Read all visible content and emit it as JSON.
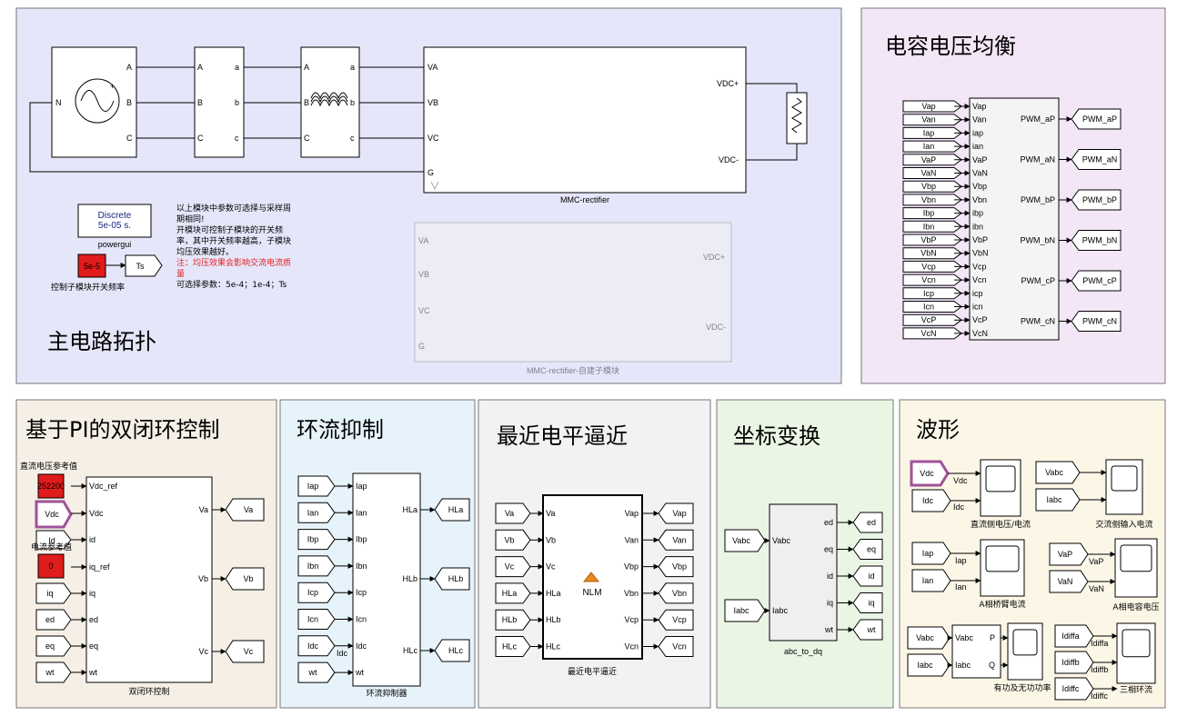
{
  "panels": {
    "main": {
      "title": "主电路拓扑",
      "bg": "#e6e6fa"
    },
    "balance": {
      "title": "电容电压均衡",
      "bg": "#f3e6f7"
    },
    "pi": {
      "title": "基于PI的双闭环控制",
      "bg": "#f5efe6"
    },
    "circ": {
      "title": "环流抑制",
      "bg": "#e6f3fb"
    },
    "nlm": {
      "title": "最近电平逼近",
      "bg": "#f2f2f2"
    },
    "coord": {
      "title": "坐标变换",
      "bg": "#eaf5e4"
    },
    "wave": {
      "title": "波形",
      "bg": "#fbf6e6"
    }
  },
  "main": {
    "source_ports_out": [
      "A",
      "B",
      "C"
    ],
    "source_port_in": "N",
    "meas_ports_in": [
      "A",
      "B",
      "C"
    ],
    "meas_ports_out": [
      "a",
      "b",
      "c"
    ],
    "ind_ports_in": [
      "A",
      "B",
      "C"
    ],
    "ind_ports_out": [
      "a",
      "b",
      "c"
    ],
    "mmc_ports_in": [
      "VA",
      "VB",
      "VC",
      "G"
    ],
    "mmc_ports_out": [
      "VDC+",
      "VDC-"
    ],
    "mmc_label": "MMC-rectifier",
    "mmc2_label": "MMC-rectifier-自建子模块",
    "powergui_text1": "Discrete",
    "powergui_text2": "5e-05 s.",
    "powergui_label": "powergui",
    "const_value": "5e-5",
    "goto_label": "Ts",
    "const_caption": "控制子模块开关频率",
    "note1": "以上模块中参数可选择与采样周",
    "note2": "期相同!",
    "note3": "开模块可控制子模块的开关频",
    "note4": "率，其中开关频率越高，子模块",
    "note5": "均压效果越好。",
    "note6": "注：均压效果会影响交流电流质",
    "note7": "量",
    "note8": "可选择参数：5e-4；1e-4；Ts",
    "note_red": "#e32020"
  },
  "balance": {
    "inputs": [
      "Vap",
      "Van",
      "Iap",
      "Ian",
      "VaP",
      "VaN",
      "Vbp",
      "Vbn",
      "Ibp",
      "Ibn",
      "VbP",
      "VbN",
      "Vcp",
      "Vcn",
      "Icp",
      "Icn",
      "VcP",
      "VcN"
    ],
    "in_ports": [
      "Vap",
      "Van",
      "iap",
      "ian",
      "VaP",
      "VaN",
      "Vbp",
      "Vbn",
      "ibp",
      "ibn",
      "VbP",
      "VbN",
      "Vcp",
      "Vcn",
      "icp",
      "icn",
      "VcP",
      "VcN"
    ],
    "out_ports": [
      "PWM_aP",
      "PWM_aN",
      "PWM_bP",
      "PWM_bN",
      "PWM_cP",
      "PWM_cN"
    ],
    "outputs": [
      "PWM_aP",
      "PWM_aN",
      "PWM_bP",
      "PWM_bN",
      "PWM_cP",
      "PWM_cN"
    ]
  },
  "pi": {
    "ref_label1": "直流电压参考值",
    "ref_label2": "电流参考值",
    "const1": "252200",
    "const2": "0",
    "inputs": [
      "Vdc",
      "Id",
      "iq",
      "ed",
      "eq",
      "wt"
    ],
    "in_ports": [
      "Vdc_ref",
      "Vdc",
      "id",
      "iq_ref",
      "iq",
      "ed",
      "eq",
      "wt"
    ],
    "out_ports": [
      "Va",
      "Vb",
      "Vc"
    ],
    "outputs": [
      "Va",
      "Vb",
      "Vc"
    ],
    "block_label": "双闭环控制"
  },
  "circ": {
    "inputs": [
      "Iap",
      "Ian",
      "Ibp",
      "Ibn",
      "Icp",
      "Icn",
      "Idc",
      "wt"
    ],
    "in_ports": [
      "Iap",
      "Ian",
      "Ibp",
      "Ibn",
      "Icp",
      "Icn",
      "Idc",
      "wt"
    ],
    "idc_label": "Idc",
    "out_ports": [
      "HLa",
      "HLb",
      "HLc"
    ],
    "outputs": [
      "HLa",
      "HLb",
      "HLc"
    ],
    "block_label": "环流抑制器"
  },
  "nlm": {
    "inputs": [
      "Va",
      "Vb",
      "Vc",
      "HLa",
      "HLb",
      "HLc"
    ],
    "in_ports": [
      "Va",
      "Vb",
      "Vc",
      "HLa",
      "HLb",
      "HLc"
    ],
    "out_ports": [
      "Vap",
      "Van",
      "Vbp",
      "Vbn",
      "Vcp",
      "Vcn"
    ],
    "outputs": [
      "Vap",
      "Van",
      "Vbp",
      "Vbn",
      "Vcp",
      "Vcn"
    ],
    "center": "NLM",
    "block_label": "最近电平逼近"
  },
  "coord": {
    "inputs": [
      "Vabc",
      "Iabc"
    ],
    "in_ports": [
      "Vabc",
      "Iabc"
    ],
    "out_ports": [
      "ed",
      "eq",
      "id",
      "iq",
      "wt"
    ],
    "outputs": [
      "ed",
      "eq",
      "id",
      "iq",
      "wt"
    ],
    "block_label": "abc_to_dq"
  },
  "wave": {
    "s1": {
      "inputs": [
        "Vdc",
        "Idc"
      ],
      "ports": [
        "Vdc",
        "Idc"
      ],
      "label": "直流侧电压/电流"
    },
    "s2": {
      "inputs": [
        "Vabc",
        "Iabc"
      ],
      "label": "交流侧输入电流"
    },
    "s3": {
      "inputs": [
        "Iap",
        "Ian"
      ],
      "ports": [
        "Iap",
        "Ian"
      ],
      "label": "A相桥臂电流"
    },
    "s4": {
      "inputs": [
        "VaP",
        "VaN"
      ],
      "ports": [
        "VaP",
        "VaN"
      ],
      "label": "A相电容电压"
    },
    "s5": {
      "inputs": [
        "Vabc",
        "Iabc"
      ],
      "ports_in": [
        "Vabc",
        "Iabc"
      ],
      "ports_out": [
        "P",
        "Q"
      ],
      "label": "有功及无功功率"
    },
    "s6": {
      "inputs": [
        "Idiffa",
        "Idiffb",
        "Idiffc"
      ],
      "ports": [
        "Idiffa",
        "Idiffb",
        "Idiffc"
      ],
      "label": "三相环流"
    }
  },
  "colors": {
    "red_block": "#e01b1b",
    "highlight": "#a0529a",
    "panel_border": "#777777"
  }
}
